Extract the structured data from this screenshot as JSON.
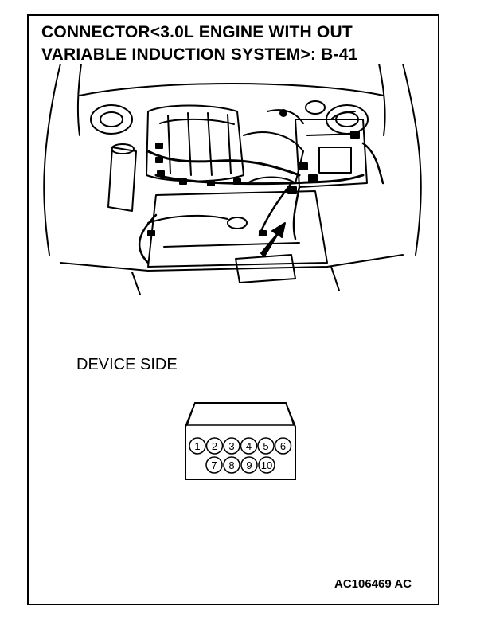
{
  "title": {
    "line1": "CONNECTOR<3.0L ENGINE WITH OUT",
    "line2": "VARIABLE INDUCTION SYSTEM>: B-41"
  },
  "device_side_label": "DEVICE SIDE",
  "connector": {
    "top_row_pins": [
      "1",
      "2",
      "3",
      "4",
      "5",
      "6"
    ],
    "bottom_row_pins": [
      "7",
      "8",
      "9",
      "10"
    ]
  },
  "reference_code": "AC106469 AC",
  "icons": {
    "engine_bay": "engine-bay-illustration",
    "arrow": "location-arrow-icon"
  }
}
